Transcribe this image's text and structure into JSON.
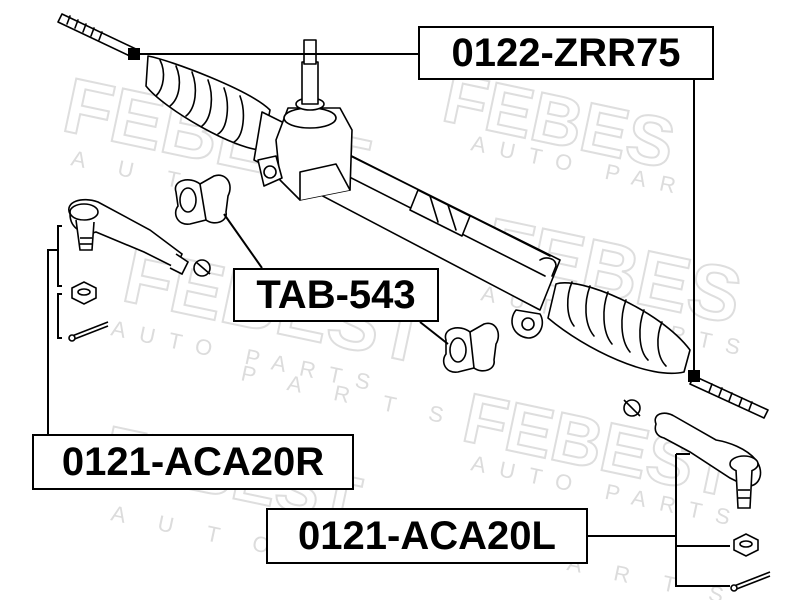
{
  "watermark": {
    "brand": "FEBEST",
    "brand_alt": "FEBES",
    "sub": "AUTO PARTS",
    "sub_short_1": "AUTO PAR",
    "sub_short_2": "A U T O",
    "sub_short_3": "P A R T S"
  },
  "labels": {
    "rack_end": "0122-ZRR75",
    "bushing": "TAB-543",
    "tie_rod_right": "0121-ACA20R",
    "tie_rod_left": "0121-ACA20L"
  },
  "colors": {
    "line": "#000000",
    "watermark": "#dedede",
    "background": "#ffffff"
  }
}
